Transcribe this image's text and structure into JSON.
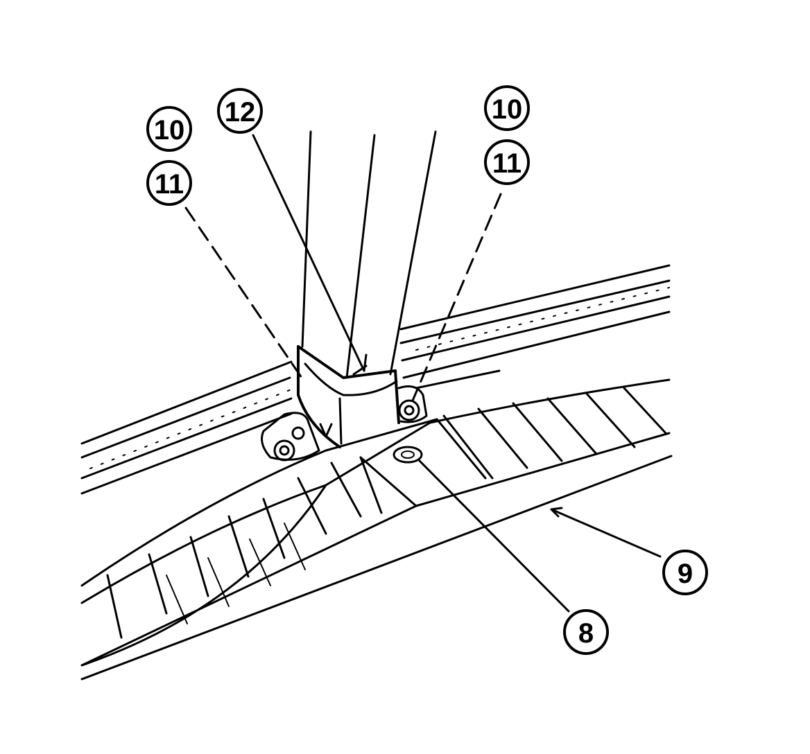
{
  "callouts": [
    {
      "id": "c10l",
      "label": "10"
    },
    {
      "id": "c11l",
      "label": "11"
    },
    {
      "id": "c12",
      "label": "12"
    },
    {
      "id": "c10r",
      "label": "10"
    },
    {
      "id": "c11r",
      "label": "11"
    },
    {
      "id": "c9",
      "label": "9"
    },
    {
      "id": "c8",
      "label": "8"
    }
  ]
}
